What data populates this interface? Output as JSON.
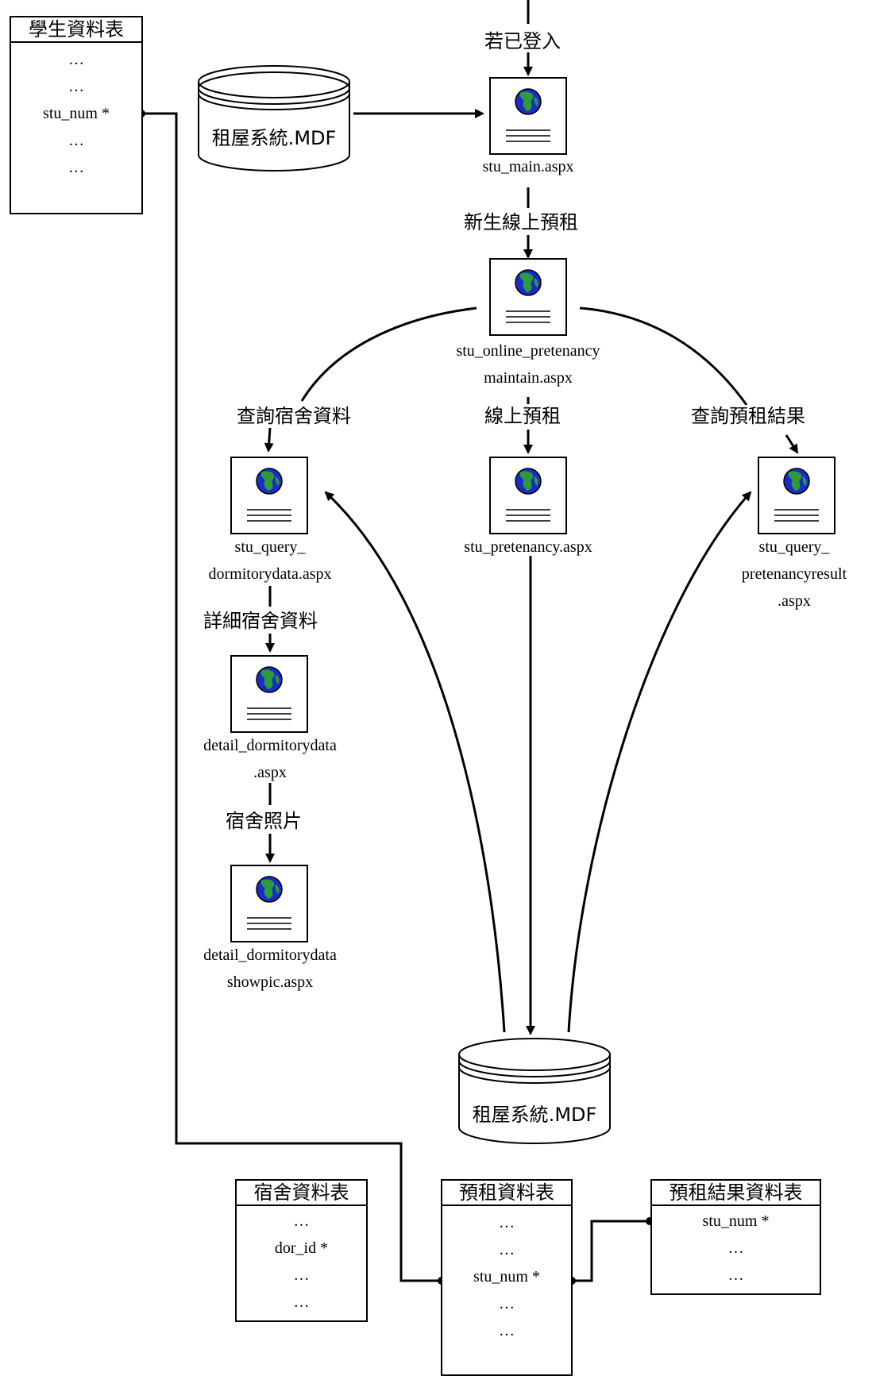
{
  "tables": {
    "student": {
      "title": "學生資料表",
      "rows": [
        "…",
        "…",
        "stu_num *",
        "…",
        "…"
      ]
    },
    "dormitory": {
      "title": "宿舍資料表",
      "rows": [
        "…",
        "dor_id *",
        "…",
        "…"
      ]
    },
    "pretenancy": {
      "title": "預租資料表",
      "rows": [
        "…",
        "…",
        "stu_num *",
        "…",
        "…"
      ]
    },
    "result": {
      "title": "預租結果資料表",
      "rows": [
        "stu_num *",
        "…",
        "…"
      ]
    }
  },
  "databases": {
    "top": "租屋系統.MDF",
    "bottom": "租屋系統.MDF"
  },
  "pages": {
    "stu_main": "stu_main.aspx",
    "online_pretenancy": [
      "stu_online_pretenancy",
      "maintain.aspx"
    ],
    "query_dormitory": [
      "stu_query_",
      "dormitorydata.aspx"
    ],
    "pretenancy": "stu_pretenancy.aspx",
    "query_result": [
      "stu_query_",
      "pretenancyresult",
      ".aspx"
    ],
    "detail": [
      "detail_dormitorydata",
      ".aspx"
    ],
    "showpic": [
      "detail_dormitorydata",
      "showpic.aspx"
    ]
  },
  "edge_labels": {
    "logged_in": "若已登入",
    "new_pretenancy": "新生線上預租",
    "query_dormitory": "查詢宿舍資料",
    "online_pretenancy": "線上預租",
    "query_result": "查詢預租結果",
    "detail_dormitory": "詳細宿舍資料",
    "dorm_photo": "宿舍照片"
  }
}
